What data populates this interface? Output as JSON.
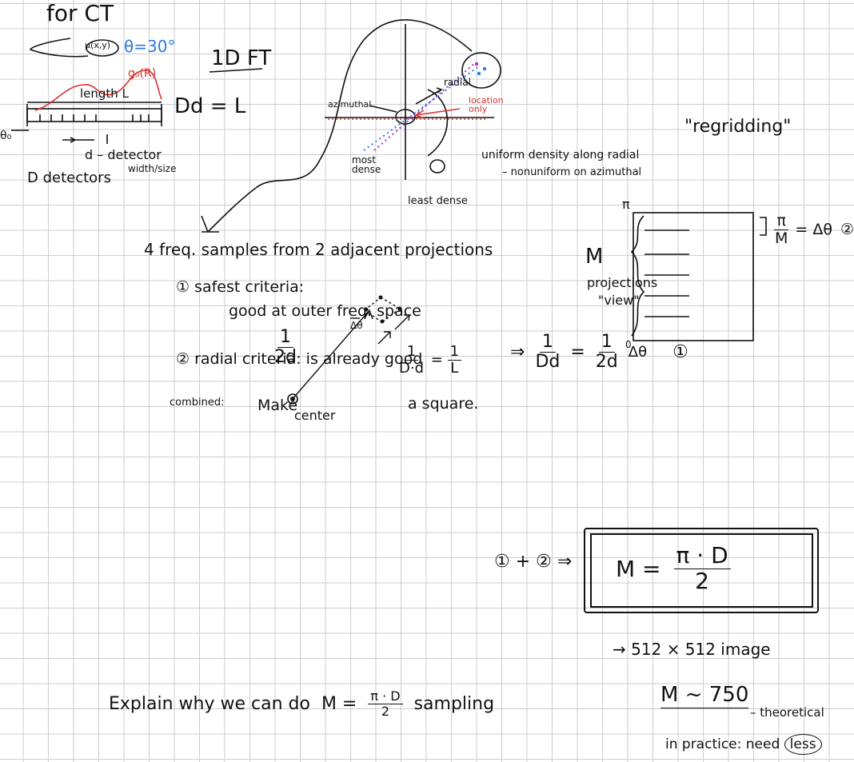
{
  "header": {
    "title": "for CT"
  },
  "top_left": {
    "mu_label": "μ(x,y)",
    "theta": "θ=30°",
    "g_label": "g₀(R)",
    "length_label": "length L",
    "theta0": "θ₀",
    "d_label": "d – detector",
    "width_label": "width/size",
    "detectors_label": "D detectors"
  },
  "dd_eq": "Dd = L",
  "fs_title": "1D FT",
  "fs_labels": {
    "azimuthal": "azimuthal",
    "radial": "radial",
    "location_only": "location only",
    "most_dense": "most dense",
    "least_dense": "least dense"
  },
  "density_notes": {
    "line1": "uniform density along radial",
    "line2": "– nonuniform on azimuthal"
  },
  "regridding": "\"regridding\"",
  "main": {
    "samples_heading": "4 freq. samples from 2 adjacent projections",
    "criterion1": "① safest criteria:",
    "criterion1_detail": "good at outer freq. space",
    "criterion2": "② radial criteria:  is already good",
    "combined_label": "combined:",
    "combined_text_a": "Make",
    "combined_text_b": "a square.",
    "delta_theta": "Δθ",
    "two_d_num": "1",
    "two_d_den": "2d",
    "dd_frac_num": "1",
    "dd_frac_den": "D·d",
    "eq": "=",
    "l_frac_num": "1",
    "l_frac_den": "L",
    "center_label": "center"
  },
  "equation1": {
    "implies": "⇒",
    "lhs_num": "1",
    "lhs_den": "Dd",
    "equals": "=",
    "rhs_num": "1",
    "rhs_den": "2d",
    "rhs_tail": "Δθ",
    "marker": "①"
  },
  "projections": {
    "pi_top": "π",
    "pi_over_m_num": "π",
    "pi_over_m_den": "M",
    "pi_over_m_eq": "= Δθ",
    "marker": "②",
    "m_label": "M",
    "proj_label": "projections",
    "view_label": "\"view\"",
    "zero_label": "0"
  },
  "result": {
    "combo": "① + ② ⇒",
    "m_eq": "M =",
    "num": "π · D",
    "den": "2"
  },
  "practice": {
    "image_size": "→ 512 × 512 image",
    "m_value": "M ~ 750",
    "theoretical": "– theoretical",
    "in_practice": "in practice: need",
    "less": "less"
  },
  "explain": {
    "text": "Explain why we can do",
    "m_eq": "M =",
    "num": "π · D",
    "den": "2",
    "tail": "sampling"
  }
}
